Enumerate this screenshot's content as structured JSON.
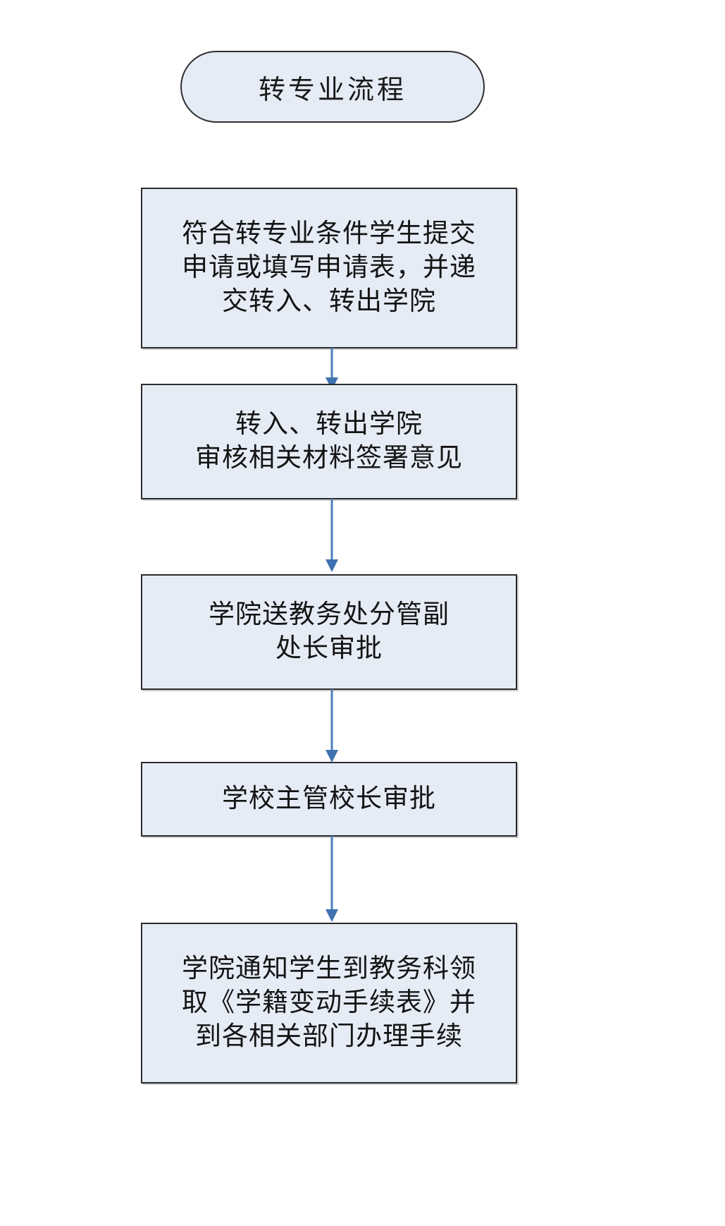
{
  "diagram": {
    "title": "转专业流程",
    "orientation": "top-to-bottom",
    "node_fill_color": "#e6ecf6",
    "node_border_color": "#2b2b2b",
    "arrow_color": "#4a7ebb",
    "background_color": "#ffffff"
  },
  "nodes": [
    {
      "id": "start",
      "shape": "terminator",
      "label": "转专业流程",
      "lines": [
        "转专业流程"
      ]
    },
    {
      "id": "step1",
      "shape": "process",
      "label": "符合转专业条件学生提交申请或填写申请表，并递交转入、转出学院",
      "lines": [
        "符合转专业条件学生提交",
        "申请或填写申请表，并递",
        "交转入、转出学院"
      ]
    },
    {
      "id": "step2",
      "shape": "process",
      "label": "转入、转出学院审核相关材料签署意见",
      "lines": [
        "转入、转出学院",
        "审核相关材料签署意见"
      ]
    },
    {
      "id": "step3",
      "shape": "process",
      "label": "学院送教务处分管副处长审批",
      "lines": [
        "学院送教务处分管副",
        "处长审批"
      ]
    },
    {
      "id": "step4",
      "shape": "process",
      "label": "学校主管校长审批",
      "lines": [
        "学校主管校长审批"
      ]
    },
    {
      "id": "step5",
      "shape": "process",
      "label": "学院通知学生到教务科领取《学籍变动手续表》并到各相关部门办理手续",
      "lines": [
        "学院通知学生到教务科领",
        "取《学籍变动手续表》并",
        "到各相关部门办理手续"
      ]
    }
  ],
  "edges": [
    {
      "id": "e1",
      "from": "step1",
      "to": "step2",
      "arrow": "down"
    },
    {
      "id": "e2",
      "from": "step2",
      "to": "step3",
      "arrow": "down"
    },
    {
      "id": "e3",
      "from": "step3",
      "to": "step4",
      "arrow": "down"
    },
    {
      "id": "e4",
      "from": "step4",
      "to": "step5",
      "arrow": "down"
    }
  ]
}
